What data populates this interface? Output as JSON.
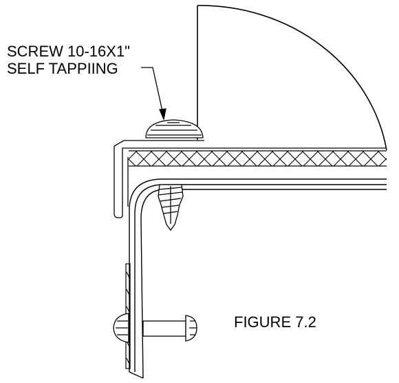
{
  "callout": {
    "line1": "SCREW 10-16X1\"",
    "line2": "SELF TAPPIING"
  },
  "figure": {
    "caption": "FIGURE 7.2"
  },
  "colors": {
    "line": "#000000",
    "background": "#ffffff"
  }
}
